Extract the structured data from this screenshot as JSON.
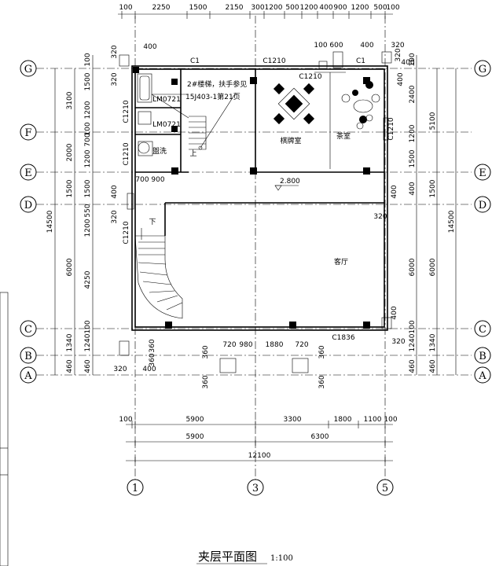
{
  "title": "夹层平面图",
  "scale": "1:100",
  "axes": {
    "horizontal": [
      "G",
      "F",
      "E",
      "D",
      "C",
      "B",
      "A"
    ],
    "vertical": [
      "1",
      "3",
      "5"
    ]
  },
  "rooms": {
    "chess": "棋牌室",
    "tea": "茶室",
    "living": "客厅",
    "wash": "盥洗",
    "down": "下",
    "up": "上"
  },
  "stair_note": {
    "line1": "2#楼梯，扶手参见",
    "line2": "15J403-1第21页"
  },
  "level": "2.800",
  "windows": {
    "c1_left": "C1",
    "c1_right": "C1",
    "c1210_top": "C1210",
    "c1210_top2": "C1210",
    "c1210_left1": "C1210",
    "c1210_left2": "C1210",
    "c1210_left3": "C1210",
    "c1210_right": "C1210",
    "lm1": "LM0721",
    "lm2": "LM0721",
    "c1836": "C1836"
  },
  "dims": {
    "top": [
      "100",
      "2250",
      "1500",
      "2150",
      "300",
      "1200",
      "500",
      "1200",
      "400",
      "900",
      "1200",
      "500",
      "100"
    ],
    "top2": [
      "320",
      "400",
      "100",
      "600",
      "400",
      "320"
    ],
    "bottom1": [
      "100",
      "5900",
      "3300",
      "1800",
      "1100",
      "100"
    ],
    "bottom2": [
      "5900",
      "6300"
    ],
    "bottom3": [
      "12100"
    ],
    "left_outer": [
      "14500"
    ],
    "left_mid": [
      "3100",
      "2000",
      "1500",
      "6000",
      "1340",
      "460"
    ],
    "left_inner": [
      "100",
      "1500",
      "1200",
      "700",
      "100",
      "1200",
      "1500",
      "550",
      "1200",
      "4250",
      "1240",
      "100",
      "460"
    ],
    "right_outer": [
      "14500"
    ],
    "right_mid": [
      "5100",
      "1500",
      "6000",
      "1340",
      "460"
    ],
    "right_inner": [
      "100",
      "2400",
      "1200",
      "1500",
      "400",
      "6000",
      "100",
      "1240",
      "460"
    ],
    "misc": [
      "700",
      "900",
      "400",
      "320",
      "400",
      "320",
      "360",
      "360",
      "720",
      "980",
      "1880",
      "720",
      "360",
      "360",
      "360",
      "360",
      "320",
      "400",
      "400",
      "320",
      "400",
      "320",
      "400",
      "320"
    ]
  }
}
